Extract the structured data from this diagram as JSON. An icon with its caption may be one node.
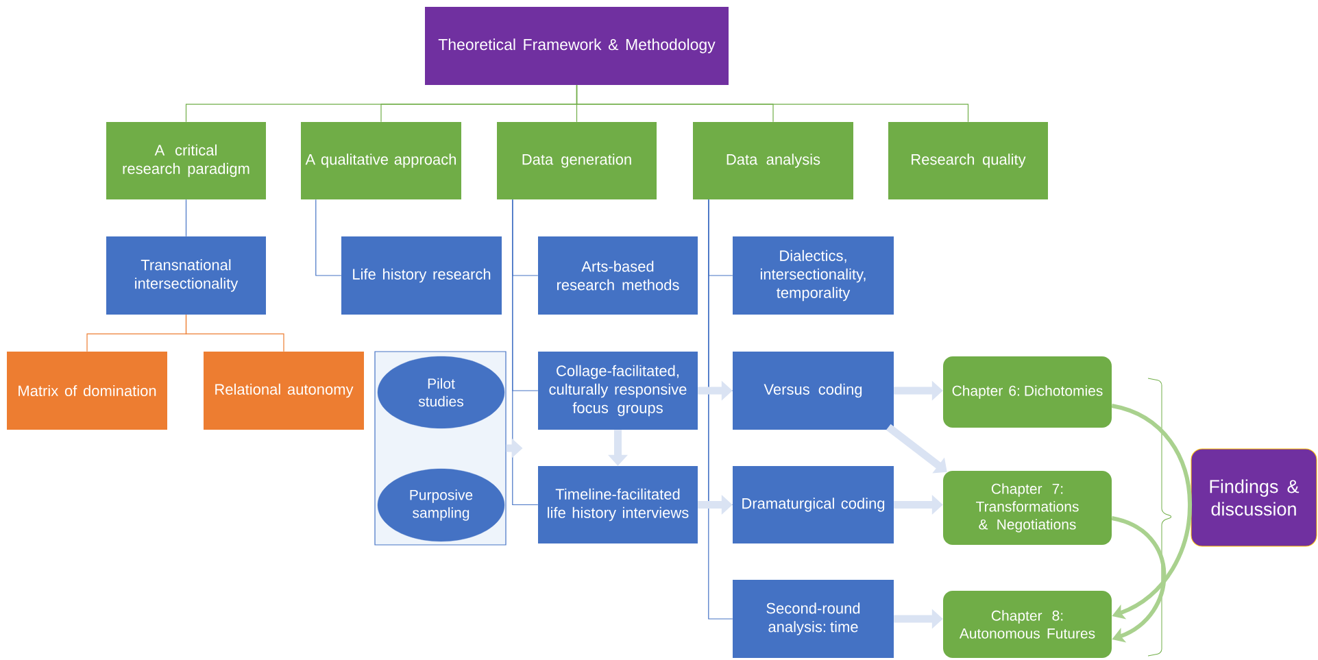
{
  "diagram": {
    "nodes": [
      {
        "text": [
          "Theoretical Framework  & Methodology"
        ]
      },
      {
        "text": [
          "A critical research paradigm"
        ]
      },
      {
        "text": [
          "A qualitative approach"
        ]
      },
      {
        "text": [
          "Data generation"
        ]
      },
      {
        "text": [
          "Data analysis"
        ]
      },
      {
        "text": [
          "Research quality"
        ]
      },
      {
        "text": [
          "Transnational intersectionality"
        ]
      },
      {
        "text": [
          "Life history research"
        ]
      },
      {
        "text": [
          "Arts-based research methods"
        ]
      },
      {
        "text": [
          "Dialectics, intersectionality, temporality"
        ]
      },
      {
        "text": [
          "Matrix of domination"
        ]
      },
      {
        "text": [
          "Relational autonomy"
        ]
      },
      {
        "text": [],
        "shape": "box"
      },
      {
        "text": [
          "Pilot studies"
        ],
        "in": 12
      },
      {
        "text": [
          "Purposive sampling"
        ],
        "in": 12
      },
      {
        "text": [
          "Collage-facilitated, culturally responsive focus groups"
        ]
      },
      {
        "text": [
          "Versus coding"
        ]
      },
      {
        "text": [
          "Chapter 6: Dichotomies"
        ]
      },
      {
        "text": [
          "Timeline-facilitated life history interviews"
        ]
      },
      {
        "text": [
          "Dramaturgical coding"
        ]
      },
      {
        "text": [
          "Chapter 7: Transformations & Negotiations"
        ]
      },
      {
        "text": [
          "Second-round analysis: time"
        ]
      },
      {
        "text": [
          "Chapter 8: Autonomous Futures"
        ]
      },
      {
        "text": [
          "Findings & discussion"
        ]
      }
    ],
    "edges": [
      {
        "from": 0,
        "to": 1,
        "arrow": "none",
        "color": "#70ad47"
      },
      {
        "from": 0,
        "to": 2,
        "arrow": "none",
        "color": "#70ad47"
      },
      {
        "from": 0,
        "to": 3,
        "arrow": "none",
        "color": "#70ad47"
      },
      {
        "from": 0,
        "to": 4,
        "arrow": "none",
        "color": "#70ad47"
      },
      {
        "from": 0,
        "to": 5,
        "arrow": "none",
        "color": "#70ad47"
      },
      {
        "from": 1,
        "to": 6,
        "arrow": "none"
      },
      {
        "from": 6,
        "to": 10,
        "arrow": "none",
        "color": "#ed7d31"
      },
      {
        "from": 6,
        "to": 11,
        "arrow": "none",
        "color": "#ed7d31"
      },
      {
        "from": 2,
        "to": 7,
        "arrow": "none"
      },
      {
        "from": 3,
        "to": 8,
        "arrow": "none"
      },
      {
        "from": 3,
        "to": 15,
        "arrow": "none"
      },
      {
        "from": 3,
        "to": 18,
        "arrow": "none"
      },
      {
        "from": 4,
        "to": 9,
        "arrow": "none"
      },
      {
        "from": 4,
        "to": 16,
        "arrow": "none"
      },
      {
        "from": 4,
        "to": 19,
        "arrow": "none"
      },
      {
        "from": 4,
        "to": 21,
        "arrow": "none"
      },
      {
        "from": 12,
        "to": null,
        "arrow": "to",
        "style": "thick",
        "color": "#dae3f3"
      },
      {
        "from": 15,
        "to": 18,
        "arrow": "to",
        "style": "thick",
        "color": "#dae3f3"
      },
      {
        "from": 15,
        "to": 16,
        "arrow": "to",
        "style": "thick",
        "color": "#dae3f3"
      },
      {
        "from": 18,
        "to": 19,
        "arrow": "to",
        "style": "thick",
        "color": "#dae3f3"
      },
      {
        "from": 16,
        "to": 17,
        "arrow": "to",
        "style": "thick",
        "color": "#dae3f3"
      },
      {
        "from": 16,
        "to": 20,
        "arrow": "to",
        "style": "thick",
        "color": "#dae3f3"
      },
      {
        "from": 19,
        "to": 20,
        "arrow": "to",
        "style": "thick",
        "color": "#dae3f3"
      },
      {
        "from": 21,
        "to": 22,
        "arrow": "to",
        "style": "thick",
        "color": "#dae3f3"
      },
      {
        "from": 17,
        "to": 22,
        "arrow": "to",
        "style": "thick",
        "color": "#a9d18e"
      },
      {
        "from": 20,
        "to": 22,
        "arrow": "to",
        "style": "thick",
        "color": "#a9d18e"
      }
    ]
  }
}
